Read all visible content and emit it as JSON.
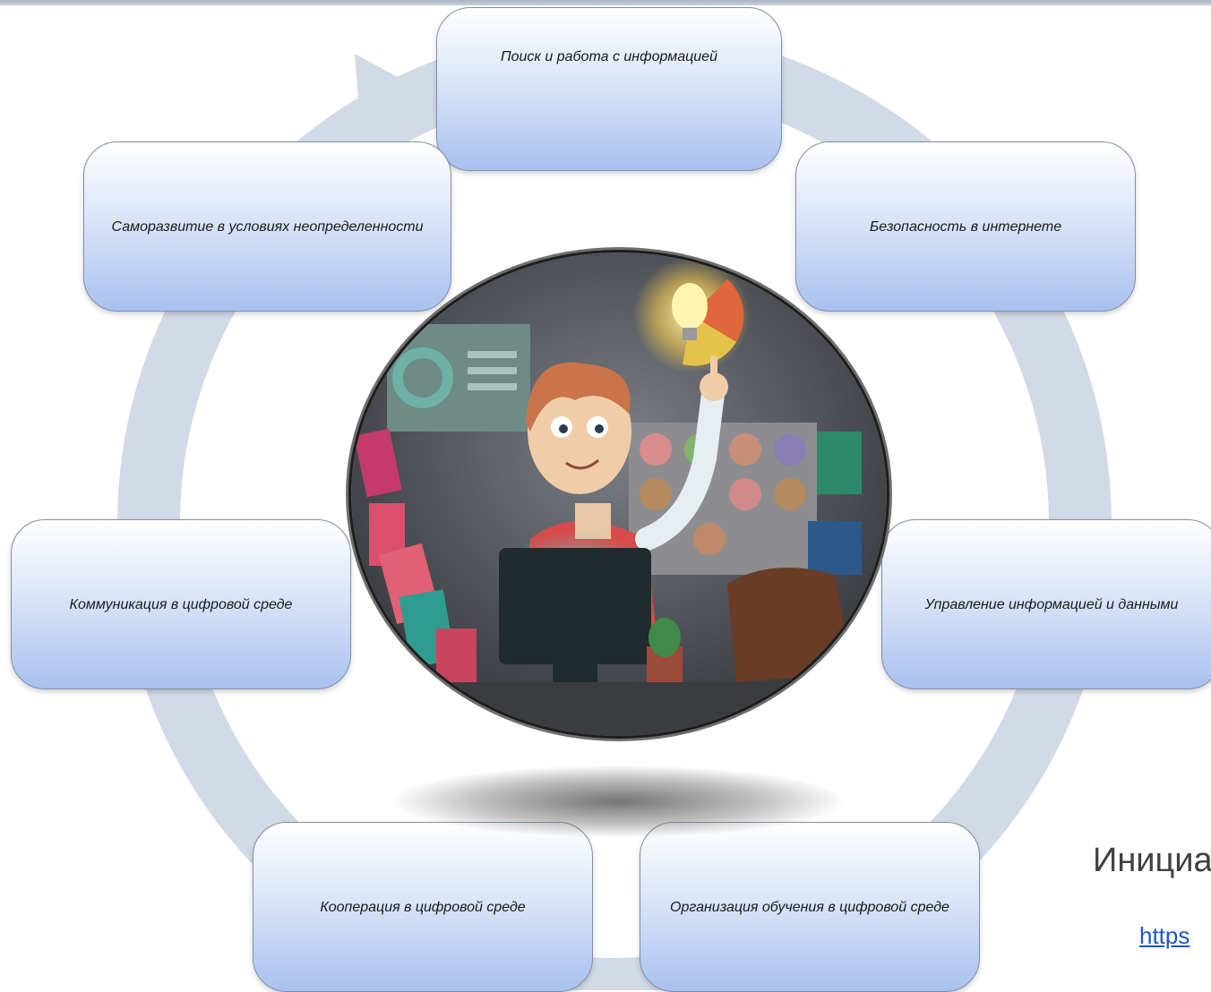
{
  "diagram": {
    "type": "cycle",
    "nodes": [
      {
        "id": "search",
        "label": "Поиск и работа с информацией"
      },
      {
        "id": "safety",
        "label": "Безопасность в интернете"
      },
      {
        "id": "manage",
        "label": "Управление информацией и данными"
      },
      {
        "id": "learn",
        "label": "Организация обучения в цифровой среде"
      },
      {
        "id": "coop",
        "label": "Кооперация в цифровой среде"
      },
      {
        "id": "comm",
        "label": "Коммуникация в цифровой среде"
      },
      {
        "id": "self",
        "label": "Саморазвитие в условиях неопределенности"
      }
    ],
    "ring_color": "#d3dae7",
    "node_gradient": [
      "#ffffff",
      "#a9c1ef"
    ],
    "node_border": "#7f8fa6"
  },
  "caption": {
    "text": "Инициа",
    "link": "https"
  },
  "illustration": {
    "subject": "person-with-idea-at-computer",
    "icons": [
      "lightbulb-icon",
      "pie-chart-icon",
      "cactus-icon",
      "briefcase-icon",
      "binder-icon"
    ]
  }
}
